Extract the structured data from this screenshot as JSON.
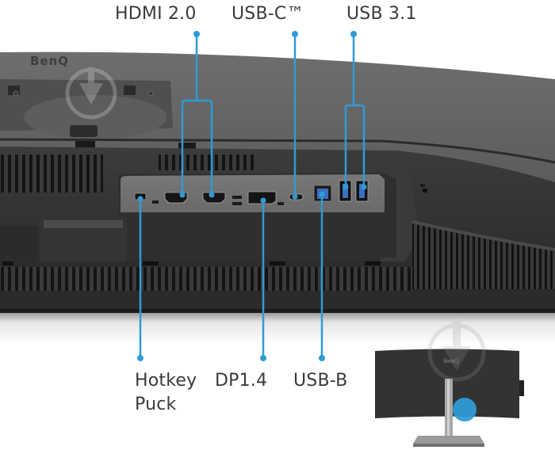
{
  "brand": "BenQ",
  "accent_color": "#2f9bd6",
  "ports_top": [
    {
      "id": "hdmi",
      "label": "HDMI 2.0"
    },
    {
      "id": "usbc",
      "label": "USB-C™"
    },
    {
      "id": "usb31",
      "label": "USB 3.1"
    }
  ],
  "ports_bottom": [
    {
      "id": "hotkey",
      "label_line1": "Hotkey",
      "label_line2": "Puck"
    },
    {
      "id": "dp",
      "label": "DP1.4"
    },
    {
      "id": "usbb",
      "label": "USB-B"
    }
  ],
  "thumbnail": {
    "brand": "BenQ",
    "highlight_color": "#2f9bd6"
  },
  "icons": {
    "watermark": "download-arrow-icon"
  }
}
